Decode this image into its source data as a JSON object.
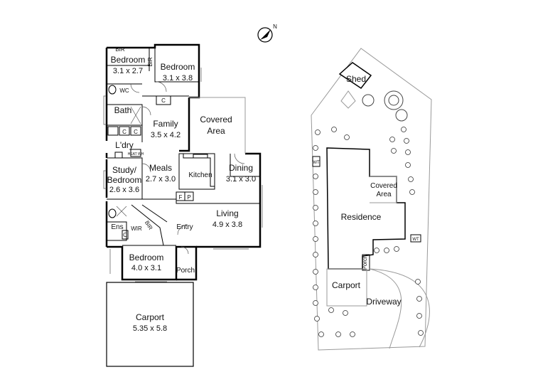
{
  "floor_plan": {
    "rooms": {
      "bedroom_1": {
        "name": "Bedroom",
        "dims": "3.1 x 2.7"
      },
      "bedroom_2": {
        "name": "Bedroom",
        "dims": "3.1 x 3.8"
      },
      "bath": {
        "name": "Bath"
      },
      "family": {
        "name": "Family",
        "dims": "3.5 x 4.2"
      },
      "covered_area": {
        "line1": "Covered",
        "line2": "Area"
      },
      "laundry": {
        "name": "L'dry"
      },
      "meals": {
        "name": "Meals",
        "dims": "2.7 x 3.0"
      },
      "kitchen": {
        "name": "Kitchen"
      },
      "dining": {
        "name": "Dining",
        "dims": "3.1 x 3.0"
      },
      "study": {
        "line1": "Study/",
        "line2": "Bedroom",
        "dims": "2.6 x 3.6"
      },
      "living": {
        "name": "Living",
        "dims": "4.9 x 3.8"
      },
      "ensuite": {
        "name": "Ens"
      },
      "wir": {
        "name": "WIR"
      },
      "entry": {
        "name": "Entry"
      },
      "bedroom_3": {
        "name": "Bedroom",
        "dims": "4.0 x 3.1"
      },
      "porch": {
        "name": "Porch"
      },
      "carport": {
        "name": "Carport",
        "dims": "5.35 x 5.8"
      }
    },
    "fixtures": {
      "bir_top": "BIR",
      "bir_side": "BIR",
      "bir_ensuite": "BIR",
      "wc": "WC",
      "c_linen": "C",
      "c_bath_1": "C",
      "c_bath_2": "C",
      "c_ensuite": "C",
      "heat_wh": "HEAT WH",
      "fridge": "F",
      "pantry": "P"
    }
  },
  "site_plan": {
    "shed": "Shed",
    "covered_area": {
      "line1": "Covered",
      "line2": "Area"
    },
    "residence": "Residence",
    "porch": "Porch",
    "carport": "Carport",
    "driveway": "Driveway",
    "wt_1": "WT",
    "wt_2": "WT"
  },
  "compass": {
    "north_label": "N"
  }
}
